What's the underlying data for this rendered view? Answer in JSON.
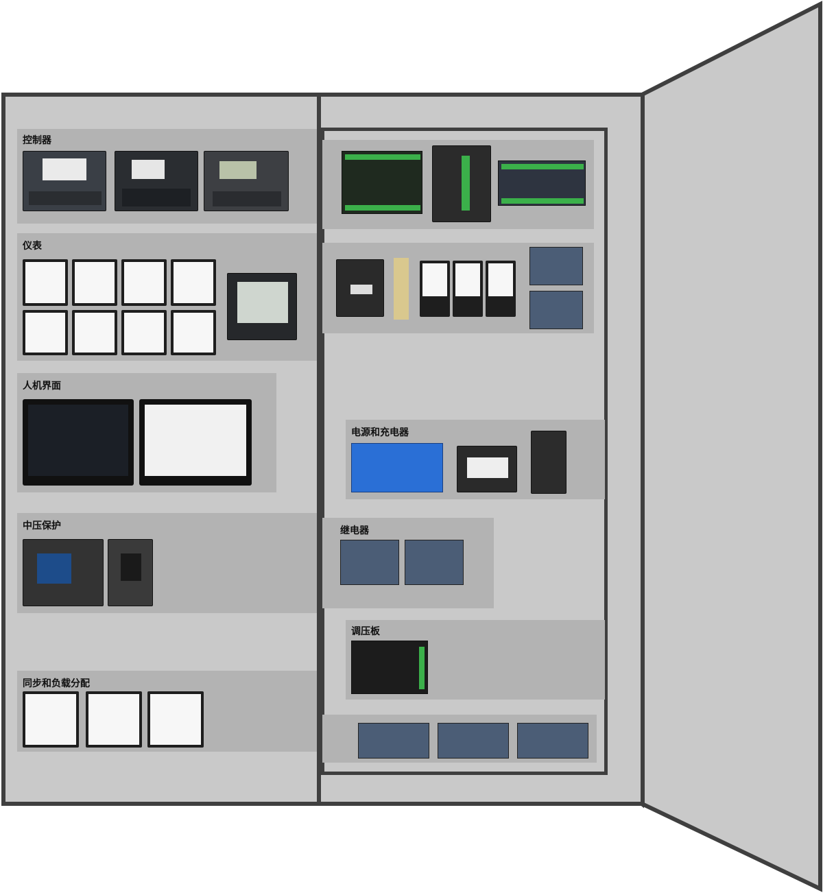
{
  "left_sections": {
    "controllers": "控制器",
    "meters": "仪表",
    "hmi": "人机界面",
    "mv_protection": "中压保护",
    "sync_load_sharing": "同步和负载分配"
  },
  "right_sections": {
    "power_chargers": "电源和充电器",
    "relays": "继电器",
    "avr": "调压板"
  },
  "colors": {
    "cabinet_frame": "#3f3f3f",
    "cabinet_fill": "#c9c9c9",
    "section_panel": "#b3b3b3",
    "power_supply_blue": "#2a6fd6",
    "terminal_green": "#3bb04a",
    "brand_blue": "#1a4fa8"
  }
}
